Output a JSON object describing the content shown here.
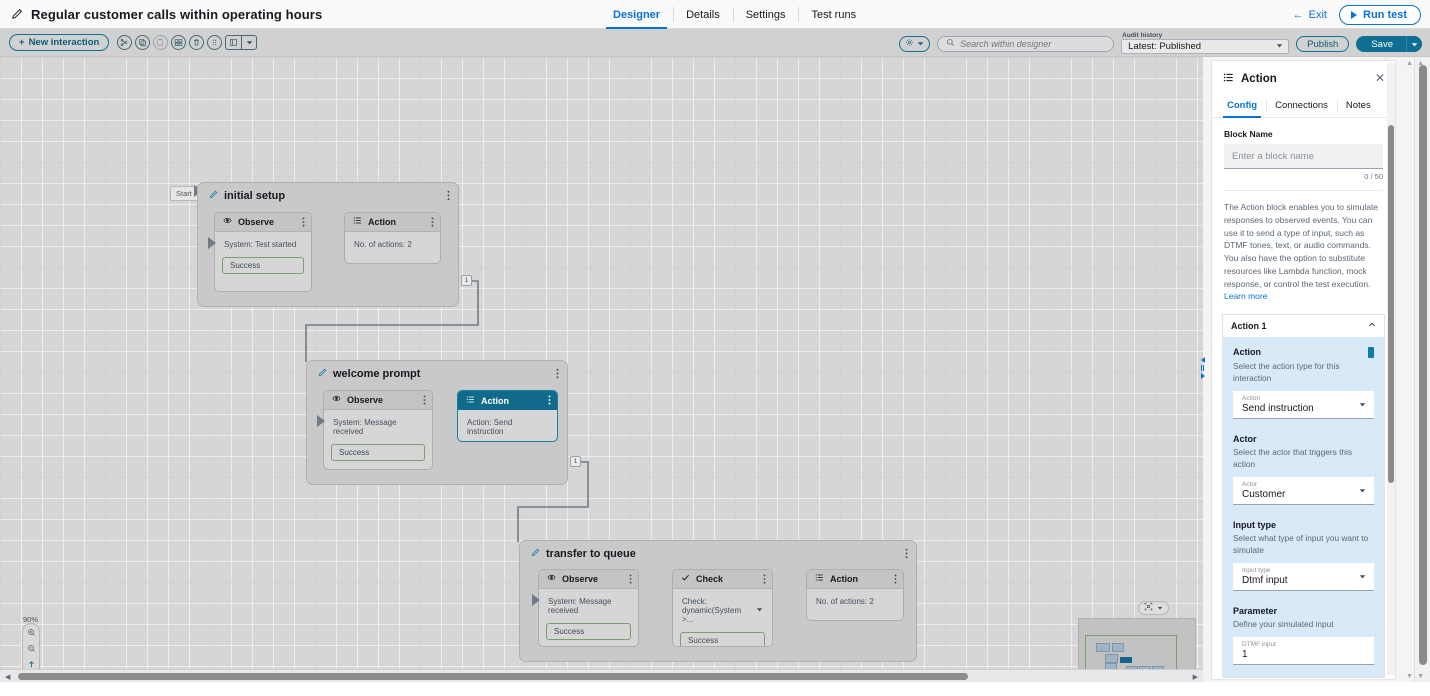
{
  "header": {
    "title": "Regular customer calls within operating hours",
    "edit_icon": "pencil-icon",
    "tabs": [
      {
        "label": "Designer",
        "active": true
      },
      {
        "label": "Details",
        "active": false
      },
      {
        "label": "Settings",
        "active": false
      },
      {
        "label": "Test runs",
        "active": false
      }
    ],
    "exit_label": "Exit",
    "run_test_label": "Run test"
  },
  "toolbar": {
    "new_interaction_label": "New interaction",
    "icons": [
      {
        "name": "cut-icon",
        "disabled": false
      },
      {
        "name": "copy-icon",
        "disabled": false
      },
      {
        "name": "paste-icon",
        "disabled": true
      },
      {
        "name": "duplicate-icon",
        "disabled": false
      },
      {
        "name": "delete-icon",
        "disabled": false
      },
      {
        "name": "drag-handle-icon",
        "disabled": false
      }
    ],
    "view_toggle_icon": "layout-icon",
    "view_toggle_caret": "caret-down-icon",
    "gear_icon": "gear-icon",
    "gear_caret": "caret-down-icon",
    "search_placeholder": "Search within designer",
    "search_value": "",
    "audit_history_label": "Audit history",
    "audit_history_value": "Latest: Published",
    "publish_label": "Publish",
    "save_label": "Save",
    "save_caret": "caret-down-icon"
  },
  "canvas": {
    "zoom_level": "90%",
    "zoom_controls": [
      {
        "name": "zoom-in-icon"
      },
      {
        "name": "zoom-out-icon"
      },
      {
        "name": "pan-up-icon"
      },
      {
        "name": "pan-right-icon"
      },
      {
        "name": "pan-down-icon"
      },
      {
        "name": "pan-left-icon"
      }
    ],
    "minimap_icon": "fit-to-screen-icon",
    "minimap_caret": "caret-down-icon",
    "start_label": "Start",
    "groups": [
      {
        "title": "initial setup",
        "nodes": [
          {
            "type": "Observe",
            "icon": "eye-icon",
            "body": "System: Test started",
            "port": "Success",
            "selected": false
          },
          {
            "type": "Action",
            "icon": "list-icon",
            "body": "No. of actions: 2",
            "port": null,
            "selected": false
          }
        ]
      },
      {
        "title": "welcome prompt",
        "nodes": [
          {
            "type": "Observe",
            "icon": "eye-icon",
            "body": "System: Message received",
            "port": "Success",
            "selected": false
          },
          {
            "type": "Action",
            "icon": "list-icon",
            "body": "Action: Send instruction",
            "port": null,
            "selected": true
          }
        ]
      },
      {
        "title": "transfer to queue",
        "nodes": [
          {
            "type": "Observe",
            "icon": "eye-icon",
            "body": "System: Message received",
            "port": "Success",
            "selected": false
          },
          {
            "type": "Check",
            "icon": "check-icon",
            "body": "Check: dynamic(System >...",
            "port": "Success",
            "selected": false
          },
          {
            "type": "Action",
            "icon": "list-icon",
            "body": "No. of actions: 2",
            "port": null,
            "selected": false
          }
        ]
      }
    ],
    "connector_badges": [
      "1",
      "1"
    ]
  },
  "panel": {
    "icon": "list-icon",
    "title": "Action",
    "close_icon": "close-icon",
    "tabs": [
      {
        "label": "Config",
        "active": true
      },
      {
        "label": "Connections",
        "active": false
      },
      {
        "label": "Notes",
        "active": false
      }
    ],
    "block_name_label": "Block Name",
    "block_name_placeholder": "Enter a block name",
    "block_name_value": "",
    "block_name_counter": "0 / 50",
    "description": "The Action block enables you to simulate responses to observed events. You can use it to send a type of input, such as DTMF tones, text, or audio commands. You also have the option to substitute resources like Lambda function, mock response, or control the test execution.",
    "learn_more_label": "Learn more",
    "accordion": {
      "title": "Action 1",
      "collapse_icon": "chevron-up-icon",
      "sections": [
        {
          "title": "Action",
          "subtitle": "Select the action type for this interaction",
          "field_label": "Action",
          "field_value": "Send instruction",
          "caret": "caret-down-icon",
          "badge": true
        },
        {
          "title": "Actor",
          "subtitle": "Select the actor that triggers this action",
          "field_label": "Actor",
          "field_value": "Customer",
          "caret": "caret-down-icon",
          "badge": false
        },
        {
          "title": "Input type",
          "subtitle": "Select what type of input you want to simulate",
          "field_label": "Input type",
          "field_value": "Dtmf input",
          "caret": "caret-down-icon",
          "badge": false
        },
        {
          "title": "Parameter",
          "subtitle": "Define your simulated input",
          "field_label": "DTMF input",
          "field_value": "1",
          "caret": null,
          "badge": false
        }
      ]
    },
    "resize_handle_icon": "resize-handle-icon"
  },
  "colors": {
    "accent_blue": "#0972d3",
    "teal": "#0f6f93",
    "selected_node": "#0f6a8b",
    "success_green": "#4a9c3f",
    "panel_section_bg": "#d8eaf8"
  }
}
